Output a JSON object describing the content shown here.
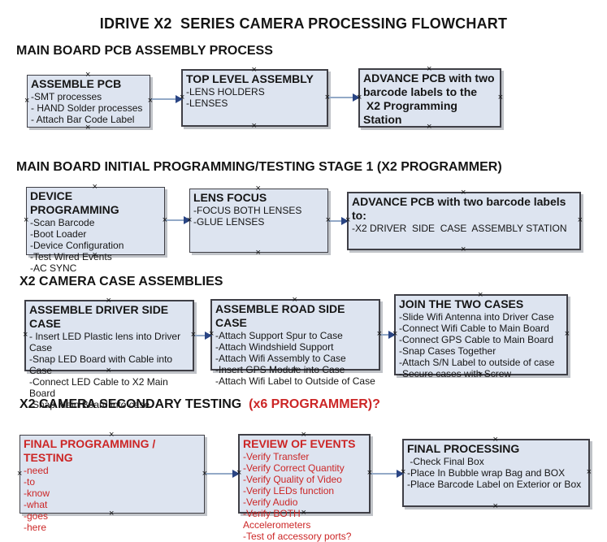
{
  "title": "IDRIVE X2  SERIES CAMERA PROCESSING FLOWCHART",
  "colors": {
    "box_fill": "#dde4f0",
    "box_border": "#3f3f46",
    "arrow_line": "#93a9c7",
    "arrow_head": "#2a4584",
    "red_text": "#cc2626",
    "black_text": "#151515"
  },
  "sections": [
    {
      "heading": "MAIN BOARD PCB ASSEMBLY PROCESS",
      "boxes": [
        {
          "header": "ASSEMBLE PCB",
          "items": [
            "-SMT processes",
            "- HAND Solder processes",
            "- Attach Bar Code Label"
          ]
        },
        {
          "header": "TOP LEVEL ASSEMBLY",
          "items": [
            "-LENS HOLDERS",
            "-LENSES"
          ]
        },
        {
          "header": "ADVANCE PCB with two\nbarcode labels to the\n X2 Programming Station",
          "items": []
        }
      ]
    },
    {
      "heading": "MAIN BOARD INITIAL PROGRAMMING/TESTING STAGE 1 (X2 PROGRAMMER)",
      "boxes": [
        {
          "header": "DEVICE PROGRAMMING",
          "items": [
            "-Scan Barcode",
            "-Boot Loader",
            "-Device Configuration",
            "-Test Wired Events",
            "-AC SYNC"
          ]
        },
        {
          "header": "LENS FOCUS",
          "items": [
            "-FOCUS BOTH LENSES",
            "-GLUE LENSES"
          ]
        },
        {
          "header": "ADVANCE PCB with two barcode labels to:",
          "items": [
            "-X2 DRIVER  SIDE  CASE  ASSEMBLY STATION"
          ]
        }
      ]
    },
    {
      "heading": "X2 CAMERA CASE ASSEMBLIES",
      "boxes": [
        {
          "header": "ASSEMBLE DRIVER SIDE CASE",
          "items": [
            "- Insert LED Plastic lens into Driver Case",
            "-Snap LED Board with Cable into Case",
            "-Connect LED Cable to X2 Main Board",
            "-Snap Main Board into case"
          ]
        },
        {
          "header": "ASSEMBLE ROAD SIDE CASE",
          "items": [
            "-Attach Support Spur to Case",
            "-Attach Windshield Support",
            "-Attach Wifi Assembly to Case",
            "-Insert GPS Module into Case",
            "-Attach Wifi Label to Outside of Case"
          ]
        },
        {
          "header": "JOIN THE TWO CASES",
          "items": [
            "-Slide Wifi Antenna into Driver Case",
            "-Connect Wifi Cable to Main Board",
            "-Connect GPS Cable to Main Board",
            "-Snap Cases Together",
            "-Attach S/N Label to outside of case",
            "-Secure cases with Screw"
          ]
        }
      ]
    },
    {
      "heading": "X2 CAMERA SECONDARY TESTING  ",
      "heading_suffix": "(x6 PROGRAMMER)?",
      "boxes": [
        {
          "header": "FINAL PROGRAMMING / TESTING",
          "items": [
            "-need",
            "-to",
            "-know",
            "-what",
            "-goes",
            "-here"
          ]
        },
        {
          "header": "REVIEW OF EVENTS",
          "items": [
            "-Verify Transfer",
            "-Verify Correct Quantity",
            "-Verify Quality of Video",
            "-Verify LEDs function",
            "-Verify Audio",
            "-Verify BOTH Accelerometers",
            "-Test of accessory ports?"
          ]
        },
        {
          "header": "FINAL PROCESSING",
          "items": [
            " -Check Final Box",
            "-Place In Bubble wrap Bag and BOX",
            "-Place Barcode Label on Exterior or Box"
          ]
        }
      ]
    }
  ]
}
